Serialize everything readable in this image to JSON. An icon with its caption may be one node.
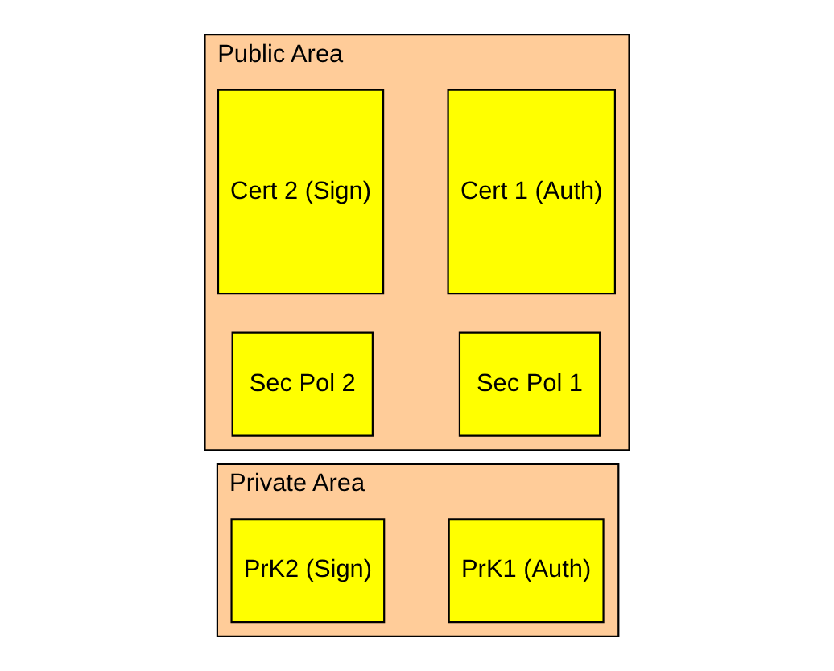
{
  "diagram": {
    "nodes": [
      {
        "text": [
          "Public Area"
        ]
      },
      {
        "text": [
          "Cert 1 (Auth)"
        ],
        "in": 0
      },
      {
        "text": [
          "Cert 2 (Sign)"
        ],
        "in": 0
      },
      {
        "text": [
          "Sec Pol 1"
        ],
        "in": 0
      },
      {
        "text": [
          "Sec Pol 2"
        ],
        "in": 0
      },
      {
        "text": [
          "Private Area"
        ]
      },
      {
        "text": [
          "PrK1 (Auth)"
        ],
        "in": 5
      },
      {
        "text": [
          "PrK2 (Sign)"
        ],
        "in": 5
      }
    ],
    "edges": []
  }
}
